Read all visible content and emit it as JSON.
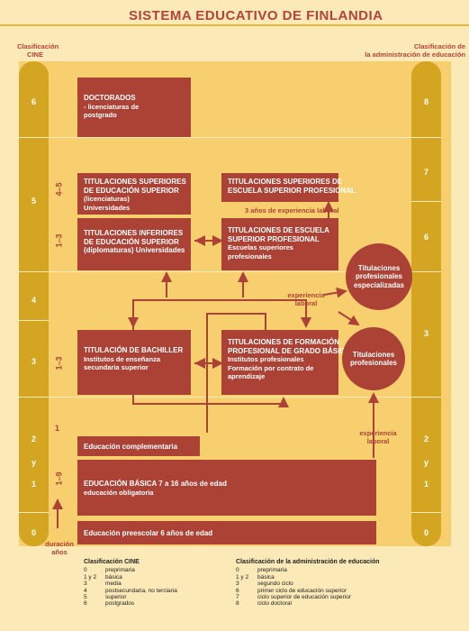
{
  "title": "SISTEMA EDUCATIVO DE FINLANDIA",
  "left_heading": [
    "Clasificación",
    "CINE"
  ],
  "right_heading": [
    "Clasificación de",
    "la administración de educación"
  ],
  "left_levels": [
    "6",
    "5",
    "4",
    "3",
    "2",
    "y",
    "1",
    "0"
  ],
  "right_levels": [
    "8",
    "7",
    "6",
    "3",
    "2",
    "y",
    "1",
    "0"
  ],
  "boxes": {
    "doctorados": [
      "DOCTORADOS",
      "- licenciaturas de",
      "  postgrado"
    ],
    "sup_univ": [
      "TITULACIONES SUPERIORES",
      "DE EDUCACIÓN SUPERIOR",
      "(licenciaturas)",
      "Universidades"
    ],
    "sup_prof": [
      "TITULACIONES SUPERIORES DE",
      "ESCUELA SUPERIOR PROFESIONAL"
    ],
    "inf_univ": [
      "TITULACIONES INFERIORES",
      "DE EDUCACIÓN SUPERIOR",
      "(diplomaturas) Universidades"
    ],
    "esc_prof": [
      "TITULACIONES DE ESCUELA",
      "SUPERIOR PROFESIONAL",
      "Escuelas superiores",
      "profesionales"
    ],
    "bachiller": [
      "TITULACIÓN DE BACHILLER",
      "Institutos de enseñanza",
      "secundaria superior"
    ],
    "fp": [
      "TITULACIONES DE FORMACIÓN",
      "PROFESIONAL DE GRADO BÁSICO",
      "Institutos profesionales",
      "Formación por contrato de",
      "aprendizaje"
    ],
    "complementaria": "Educación complementaria",
    "basica": [
      "EDUCACIÓN BÁSICA 7 a 16 años de edad",
      "educación obligatoria"
    ],
    "preescolar": "Educación preescolar 6 años de edad"
  },
  "circles": {
    "especializadas": [
      "Titulaciones",
      "profesionales",
      "especializadas"
    ],
    "profesionales": [
      "Titulaciones",
      "profesionales"
    ]
  },
  "labels": {
    "tres_anos": "3 años de experiencia laboral",
    "exp_mid": [
      "experiencia",
      "laboral"
    ],
    "exp_right": [
      "experiencia",
      "laboral"
    ],
    "dur_45": "4–5",
    "dur_13a": "1–3",
    "dur_13b": "1–3",
    "dur_1": "1",
    "dur_19": "1–9",
    "duracion": [
      "duración",
      "años"
    ]
  },
  "legend_cine": {
    "heading": "Clasificación CINE",
    "rows": [
      [
        "0",
        "preprimaria"
      ],
      [
        "1 y 2",
        "básica"
      ],
      [
        "3",
        "media"
      ],
      [
        "4",
        "postsecundaria, no terciaria"
      ],
      [
        "5",
        "superior"
      ],
      [
        "6",
        "postgrados"
      ]
    ]
  },
  "legend_admin": {
    "heading": "Clasificación de la administración de educación",
    "rows": [
      [
        "0",
        "preprimaria"
      ],
      [
        "1 y 2",
        "básica"
      ],
      [
        "3",
        "segundo ciclo"
      ],
      [
        "6",
        "primer ciclo de educación superior"
      ],
      [
        "7",
        "ciclo superior de educación superior"
      ],
      [
        "8",
        "ciclo doctoral"
      ]
    ]
  },
  "colors": {
    "box": "#ac4236",
    "column": "#d4a521",
    "panel": "#f7cf6e",
    "background": "#fbe9b7"
  }
}
